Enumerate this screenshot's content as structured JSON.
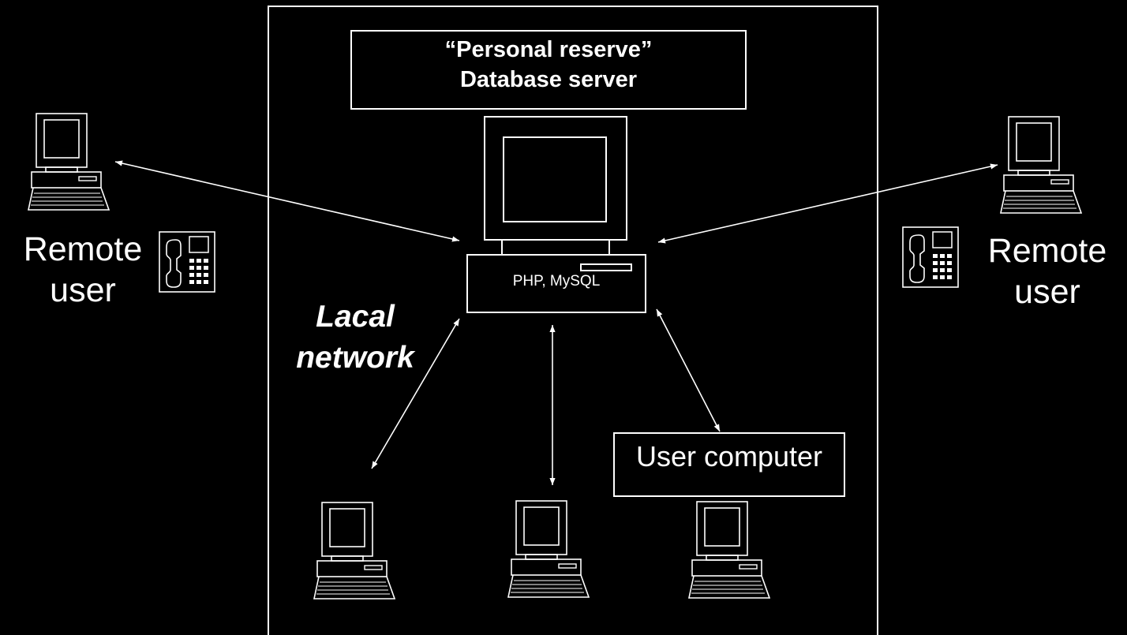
{
  "diagram": {
    "server_title": {
      "line1": "“Personal reserve”",
      "line2": "Database server"
    },
    "server_stack": "PHP, MySQL",
    "network_label": {
      "line1": "Lacal",
      "line2": "network"
    },
    "remote_user_left": {
      "line1": "Remote",
      "line2": "user"
    },
    "remote_user_right": {
      "line1": "Remote",
      "line2": "user"
    },
    "user_computer_label": "User computer",
    "colors": {
      "background": "#000000",
      "foreground": "#ffffff"
    },
    "icons": [
      "computer-icon",
      "server-computer-icon",
      "phone-icon",
      "arrow-icon"
    ]
  }
}
